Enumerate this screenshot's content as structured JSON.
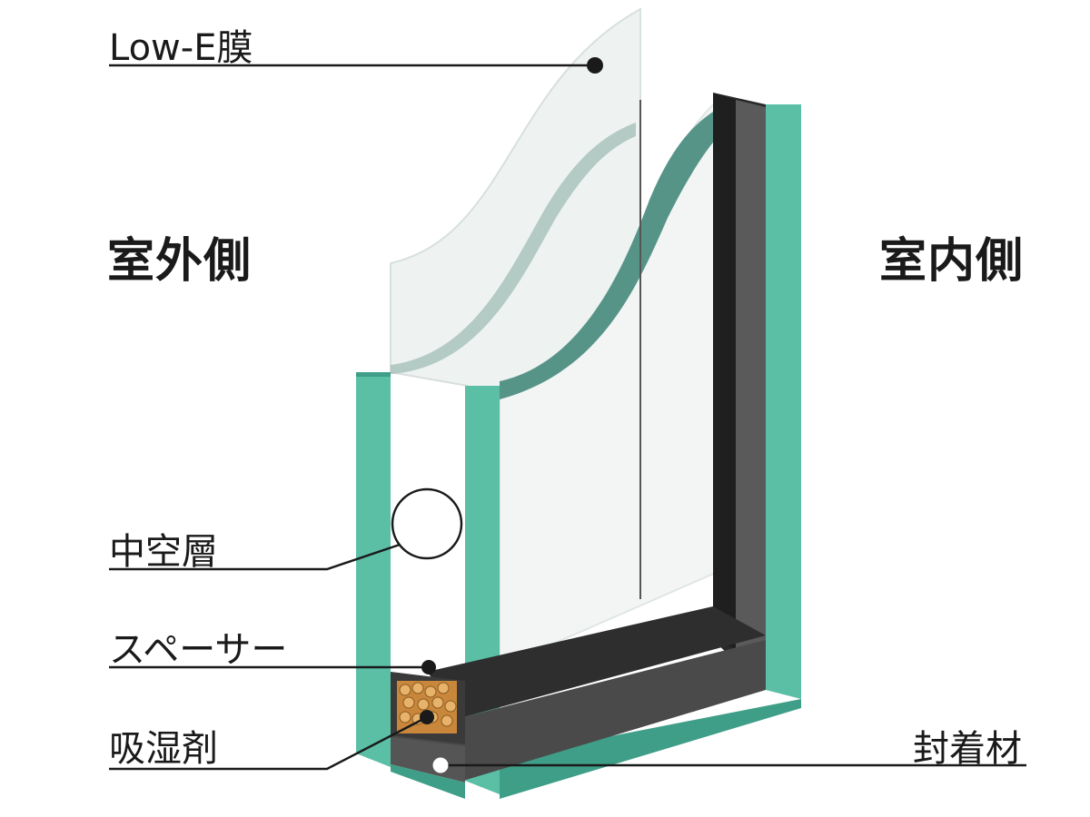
{
  "labels": {
    "low_e": "Low-E膜",
    "outdoor": "室外側",
    "indoor": "室内側",
    "hollow": "中空層",
    "spacer": "スペーサー",
    "desiccant": "吸湿剤",
    "sealant": "封着材"
  },
  "colors": {
    "glass_edge": "#5bbfa6",
    "glass_edge_dark": "#3f9e87",
    "lowe_band": "#4e8e82",
    "spacer": "#2a2a2a",
    "spacer_side": "#4a4a4a",
    "desiccant": "#c8873a",
    "leader": "#1a1a1a"
  }
}
